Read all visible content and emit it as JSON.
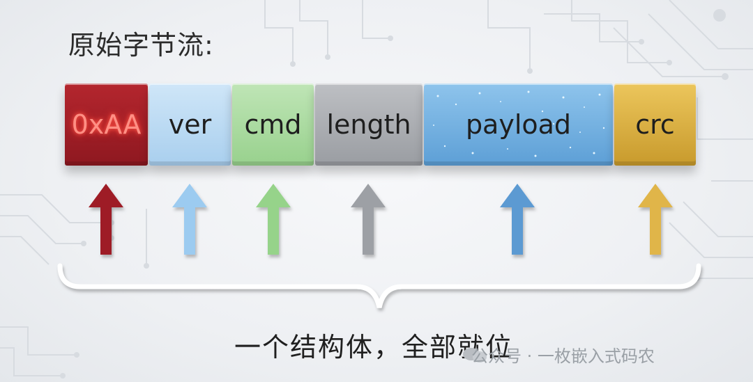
{
  "title": "原始字节流:",
  "fields": [
    {
      "label": "0xAA",
      "color": "#a81f27"
    },
    {
      "label": "ver",
      "color": "#bddcf4"
    },
    {
      "label": "cmd",
      "color": "#aedca3"
    },
    {
      "label": "length",
      "color": "#acafb3"
    },
    {
      "label": "payload",
      "color": "#74b1e2"
    },
    {
      "label": "crc",
      "color": "#dcb145"
    }
  ],
  "caption": "一个结构体，全部就位",
  "watermark": "公众号 · 一枚嵌入式码农",
  "watermark_icon": "wechat-icon"
}
